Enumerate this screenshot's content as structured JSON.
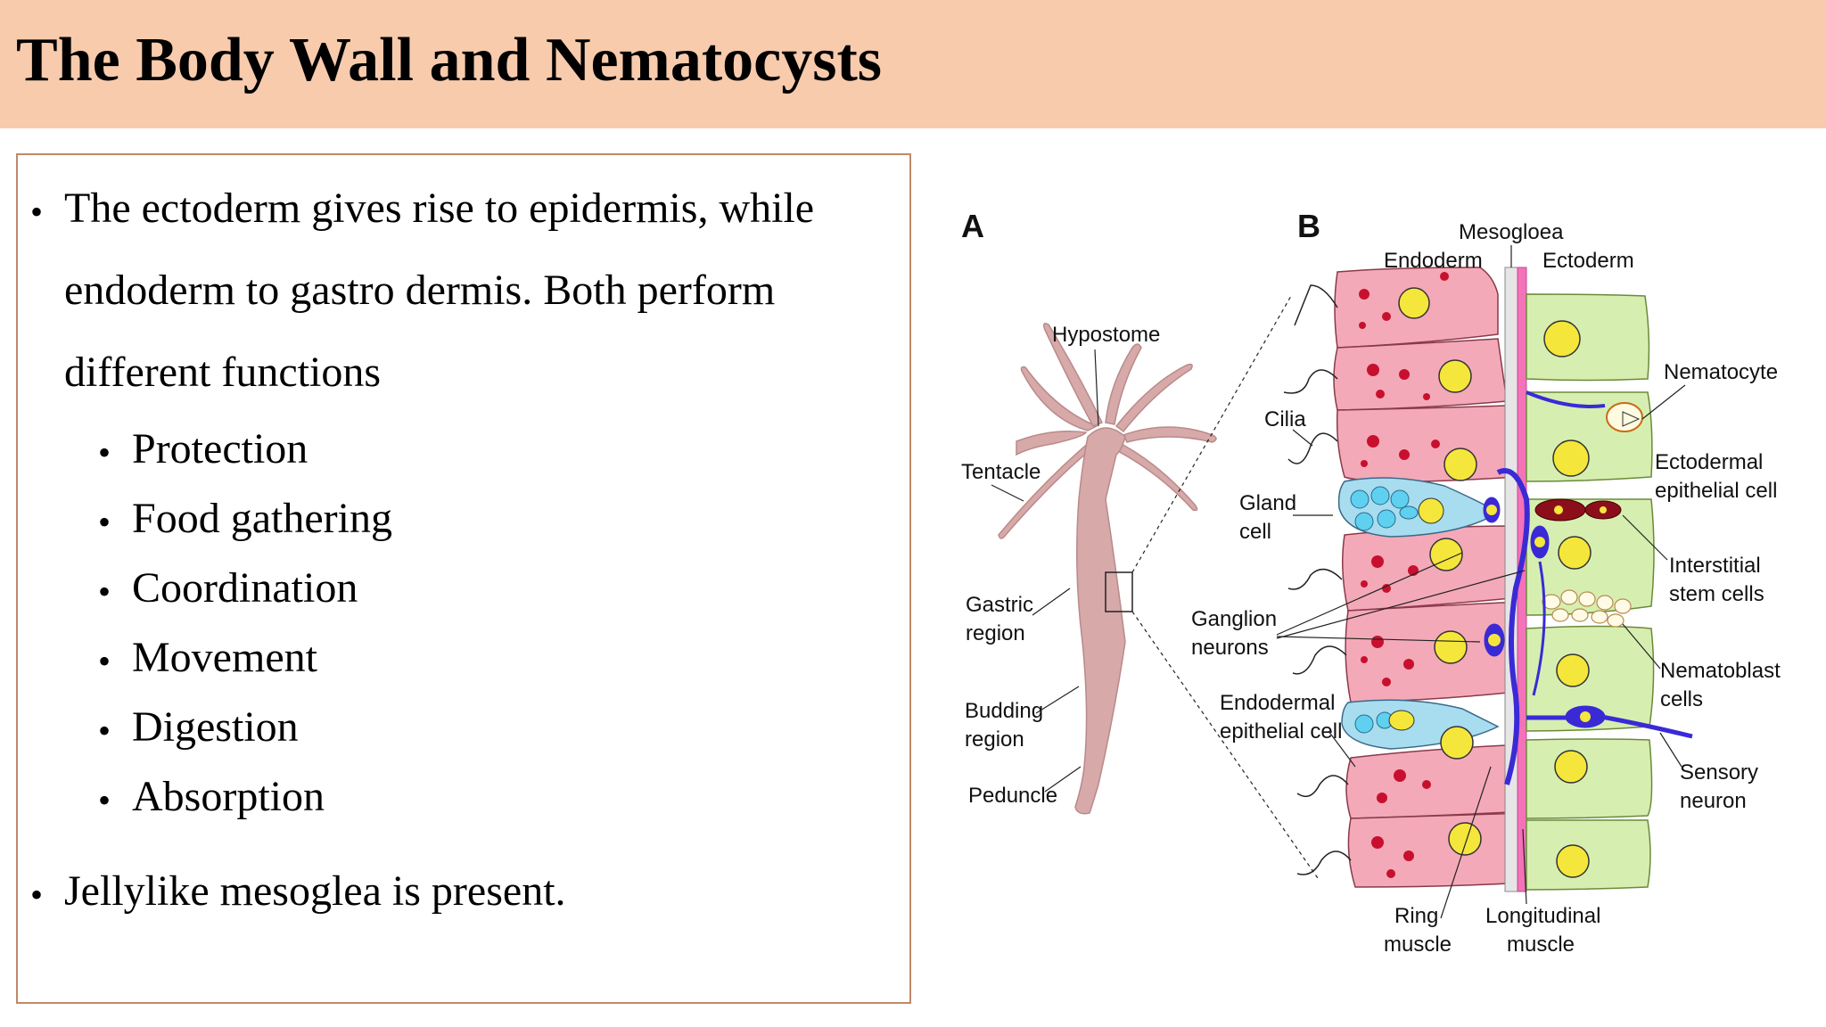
{
  "slide": {
    "title": "The Body Wall and Nematocysts"
  },
  "content": {
    "bullet1_lines": [
      "The ectoderm gives rise to epidermis, while",
      "endoderm to gastro dermis. Both perform",
      "different functions"
    ],
    "functions": [
      "Protection",
      "Food gathering",
      "Coordination",
      "Movement",
      "Digestion",
      "Absorption"
    ],
    "bullet2": "Jellylike mesoglea is present."
  },
  "figure": {
    "panel_a": "A",
    "panel_b": "B",
    "labels_a": {
      "hypostome": "Hypostome",
      "tentacle": "Tentacle",
      "gastric": [
        "Gastric",
        "region"
      ],
      "budding": [
        "Budding",
        "region"
      ],
      "peduncle": "Peduncle"
    },
    "labels_b": {
      "mesogloea": "Mesogloea",
      "endoderm": "Endoderm",
      "ectoderm": "Ectoderm",
      "cilia": "Cilia",
      "gland_cell": [
        "Gland",
        "cell"
      ],
      "ganglion_neurons": [
        "Ganglion",
        "neurons"
      ],
      "endodermal_epithelial": [
        "Endodermal",
        "epithelial cell"
      ],
      "nematocyte": "Nematocyte",
      "ectodermal_epithelial": [
        "Ectodermal",
        "epithelial cell"
      ],
      "interstitial": [
        "Interstitial",
        "stem cells"
      ],
      "nematoblast": [
        "Nematoblast",
        "cells"
      ],
      "sensory": [
        "Sensory",
        "neuron"
      ],
      "ring_muscle": [
        "Ring",
        "muscle"
      ],
      "longitudinal_muscle": [
        "Longitudinal",
        "muscle"
      ]
    },
    "colors": {
      "endoderm": "#f4a9b8",
      "ectoderm": "#d6efb0",
      "mesoglea": "#e6e6e6",
      "neuron": "#3a2ad6",
      "nucleus": "#f5e63b",
      "dots": "#c8102e"
    }
  }
}
